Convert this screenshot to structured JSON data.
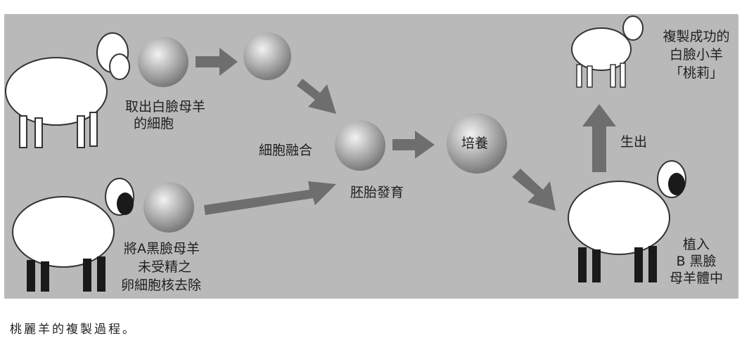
{
  "labels": {
    "extract": "取出白臉母羊",
    "extract2": "的細胞",
    "fusion": "細胞融合",
    "culture": "培養",
    "embryo": "胚胎發育",
    "birth": "生出",
    "success1": "複製成功的",
    "success2": "白臉小羊",
    "success3": "「桃莉」",
    "remove1": "將A黑臉母羊",
    "remove2": "未受精之",
    "remove3": "卵細胞核去除",
    "implant1": "植入",
    "implant2": "B 黑臉",
    "implant3": "母羊體中"
  },
  "caption": "桃麗羊的複製過程。",
  "colors": {
    "panel": "#b9b9b9",
    "arrow": "#6e6e6e",
    "sphere": "#9a9a9a",
    "sheep_body": "#ffffff",
    "sheep_dark": "#1a1a1a"
  }
}
